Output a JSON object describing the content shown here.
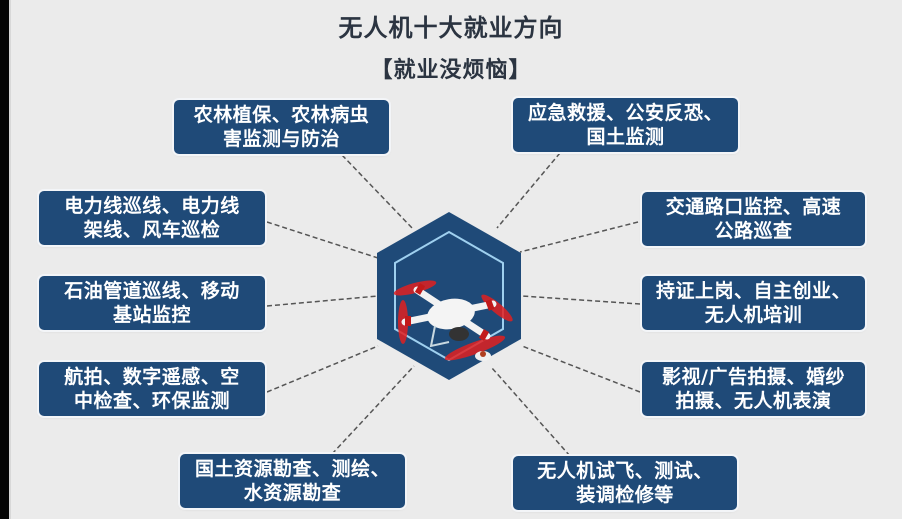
{
  "header": {
    "title": "无人机十大就业方向",
    "subtitle": "【就业没烦恼】"
  },
  "center": {
    "icon": "drone-icon",
    "hex_color": "#1f4a78",
    "inner_outline_color": "#9fd0ef",
    "propeller_color": "#e02020"
  },
  "colors": {
    "box_bg": "#1f4a78",
    "box_text": "#ffffff",
    "page_bg": "#ebebeb",
    "title_text": "#2b3441",
    "connector": "#555555"
  },
  "directions": [
    {
      "id": "agriculture",
      "line1": "农林植保、农林病虫",
      "line2": "害监测与防治"
    },
    {
      "id": "emergency",
      "line1": "应急救援、公安反恐、",
      "line2": "国土监测"
    },
    {
      "id": "power-line",
      "line1": "电力线巡线、电力线",
      "line2": "架线、风车巡检"
    },
    {
      "id": "traffic",
      "line1": "交通路口监控、高速",
      "line2": "公路巡查"
    },
    {
      "id": "pipeline",
      "line1": "石油管道巡线、移动",
      "line2": "基站监控"
    },
    {
      "id": "training",
      "line1": "持证上岗、自主创业、",
      "line2": "无人机培训"
    },
    {
      "id": "aerial-survey",
      "line1": "航拍、数字遥感、空",
      "line2": "中检查、环保监测"
    },
    {
      "id": "film",
      "line1": "影视/广告拍摄、婚纱",
      "line2": "拍摄、无人机表演"
    },
    {
      "id": "land-resources",
      "line1": "国土资源勘查、测绘、",
      "line2": "水资源勘查"
    },
    {
      "id": "testing",
      "line1": "无人机试飞、测试、",
      "line2": "装调检修等"
    }
  ]
}
